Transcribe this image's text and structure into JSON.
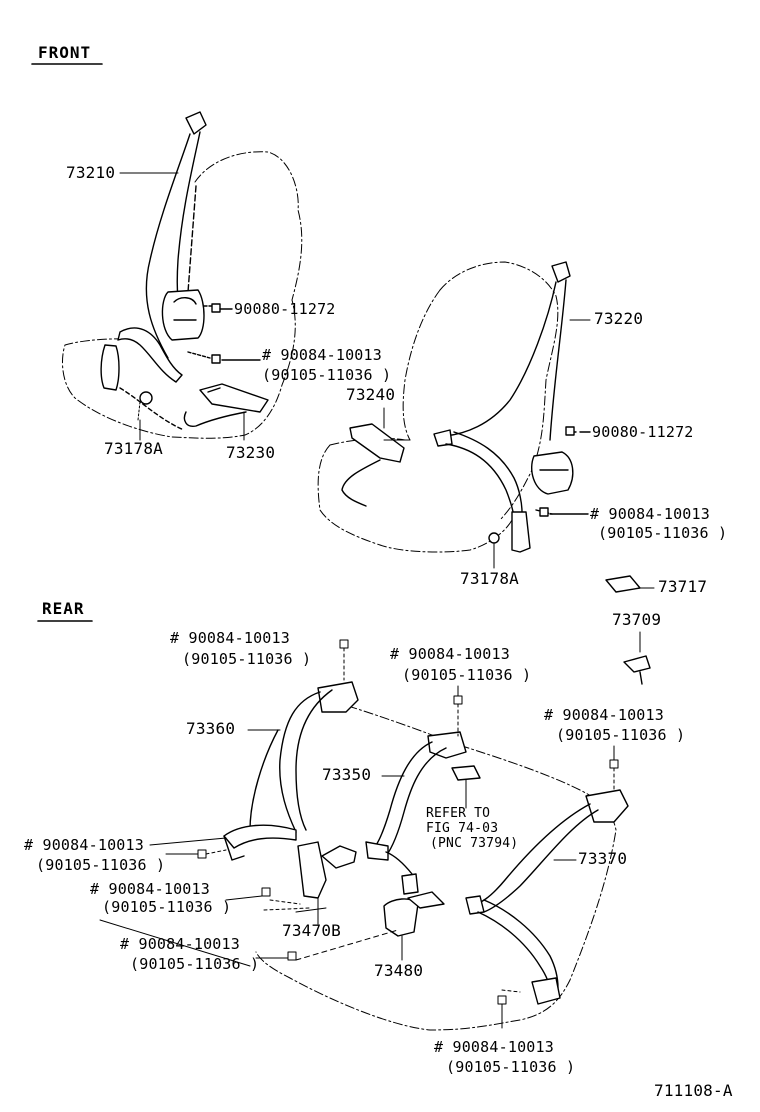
{
  "sections": {
    "front": "FRONT",
    "rear": "REAR"
  },
  "labels": {
    "p73210": "73210",
    "p73220": "73220",
    "p73240": "73240",
    "p73230": "73230",
    "p73178a_left": "73178A",
    "p73178a_right": "73178A",
    "p73717": "73717",
    "p73709": "73709",
    "p73360": "73360",
    "p73350": "73350",
    "p73370": "73370",
    "p73470b": "73470B",
    "p73480": "73480",
    "b1_left": "90080-11272",
    "b1_right": "90080-11272",
    "f_left_a": "# 90084-10013",
    "f_left_b": "(90105-11036 )",
    "f_right_a": "# 90084-10013",
    "f_right_b": "(90105-11036 )",
    "r1_a": "# 90084-10013",
    "r1_b": "(90105-11036 )",
    "r2_a": "# 90084-10013",
    "r2_b": "(90105-11036 )",
    "r3_a": "# 90084-10013",
    "r3_b": "(90105-11036 )",
    "r4_a": "# 90084-10013",
    "r4_b": "(90105-11036 )",
    "r5_a": "# 90084-10013",
    "r5_b": "(90105-11036 )",
    "r6_a": "# 90084-10013",
    "r6_b": "(90105-11036 )",
    "r7_a": "# 90084-10013",
    "r7_b": "(90105-11036 )",
    "refer1": "REFER TO",
    "refer2": "FIG 74-03",
    "refer3": "(PNC 73794)",
    "figure_id": "711108-A"
  }
}
